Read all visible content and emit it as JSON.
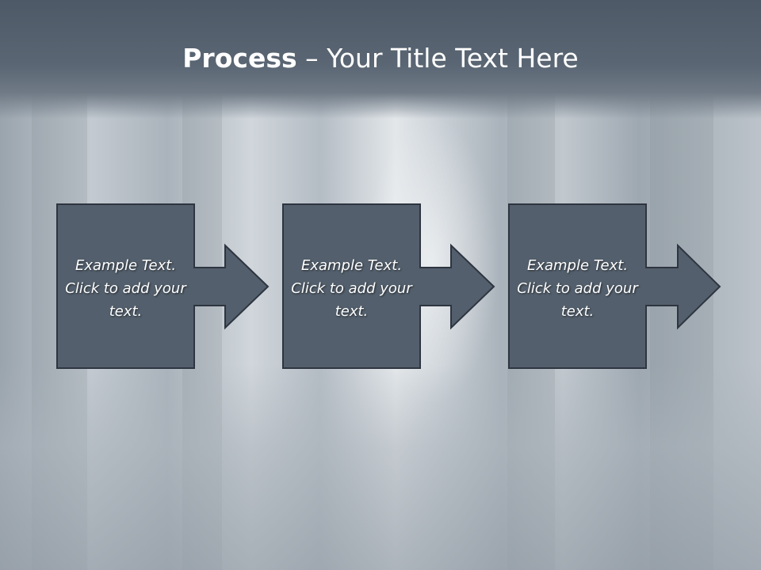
{
  "slide": {
    "title_bold": "Process",
    "title_rest": " – Your Title Text Here",
    "colors": {
      "title_band": "#54606d",
      "box_fill": "#535f6c",
      "box_stroke": "#2e3540",
      "text": "#ffffff"
    }
  },
  "steps": [
    {
      "text": "Example Text. Click  to add your text."
    },
    {
      "text": "Example Text. Click  to add your text."
    },
    {
      "text": "Example Text. Click  to add your text."
    }
  ]
}
